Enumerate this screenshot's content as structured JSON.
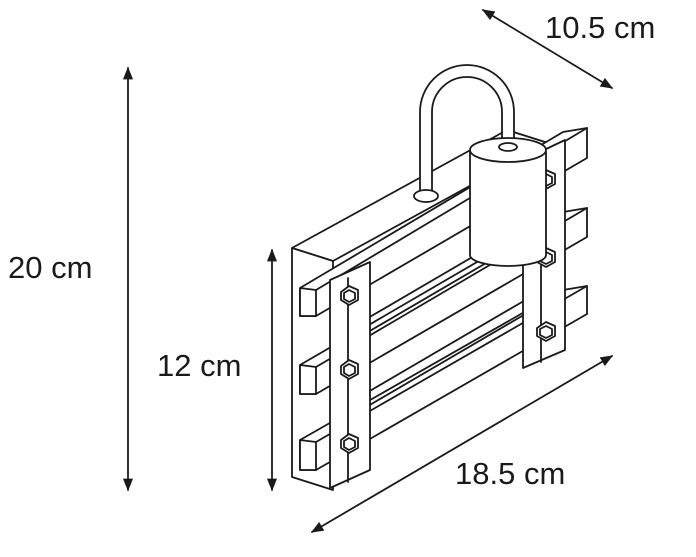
{
  "dimensions": {
    "depth": "10.5 cm",
    "height": "20 cm",
    "bracket_height": "12 cm",
    "width": "18.5 cm"
  },
  "colors": {
    "line": "#1a1a1a",
    "fill": "#ffffff"
  }
}
